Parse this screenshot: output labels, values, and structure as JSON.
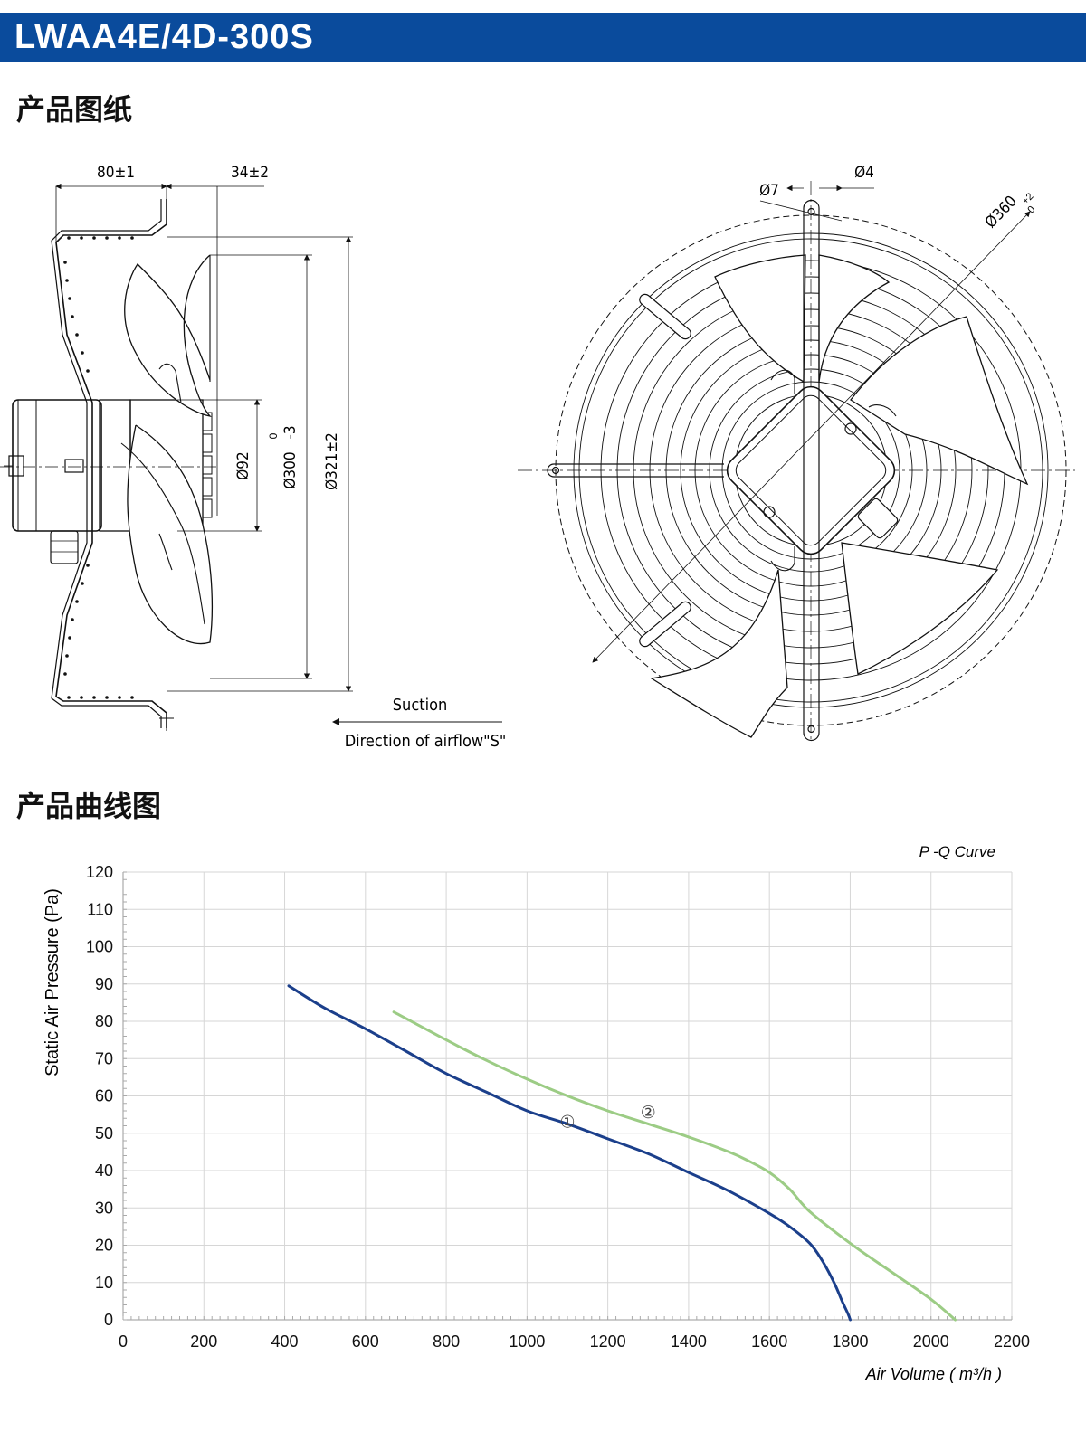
{
  "header": {
    "title": "LWAA4E/4D-300S",
    "color": "#0a4b9c"
  },
  "sections": {
    "drawing": "产品图纸",
    "curve": "产品曲线图"
  },
  "drawing": {
    "dim_width_fan": "80±1",
    "dim_width_guard": "34±2",
    "dim_hub": "Ø92",
    "dim_impeller": "Ø300",
    "dim_impeller_tol_upper": "0",
    "dim_impeller_tol_lower": "-3",
    "dim_guard": "Ø321±2",
    "dim_hole_outer": "Ø7",
    "dim_hole_inner": "Ø4",
    "dim_ring": "Ø360",
    "dim_ring_tol_upper": "+2",
    "dim_ring_tol_lower": "0",
    "suction_label": "Suction",
    "airflow_label": "Direction of airflow\"S\""
  },
  "chart_data": {
    "type": "line",
    "title": "P -Q Curve",
    "xlabel": "Air Volume ( m³/h )",
    "ylabel": "Static Air Pressure  (Pa)",
    "xlim": [
      0,
      2200
    ],
    "ylim": [
      0,
      120
    ],
    "xticks": [
      0,
      200,
      400,
      600,
      800,
      1000,
      1200,
      1400,
      1600,
      1800,
      2000,
      2200
    ],
    "yticks": [
      0,
      10,
      20,
      30,
      40,
      50,
      60,
      70,
      80,
      90,
      100,
      110,
      120
    ],
    "grid": true,
    "series": [
      {
        "name": "①",
        "color": "#1b3f8b",
        "x": [
          410,
          500,
          600,
          700,
          800,
          900,
          1000,
          1100,
          1200,
          1300,
          1400,
          1500,
          1600,
          1650,
          1700,
          1730,
          1760,
          1780,
          1795,
          1800
        ],
        "y": [
          89.5,
          83.5,
          78,
          72,
          66,
          61,
          56,
          52.5,
          48.5,
          44.5,
          39.5,
          34.5,
          28.5,
          25,
          20.5,
          16,
          10,
          5,
          1.5,
          0
        ],
        "label_at": [
          1100,
          53
        ]
      },
      {
        "name": "②",
        "color": "#9ccc85",
        "x": [
          670,
          800,
          900,
          1000,
          1100,
          1200,
          1300,
          1400,
          1500,
          1550,
          1600,
          1650,
          1700,
          1800,
          1900,
          2000,
          2060
        ],
        "y": [
          82.5,
          75,
          69.5,
          64.5,
          60,
          56,
          52.5,
          49,
          45,
          42.5,
          39.5,
          35,
          29,
          20.5,
          13,
          5.5,
          0
        ],
        "label_at": [
          1300,
          55.5
        ]
      }
    ]
  }
}
